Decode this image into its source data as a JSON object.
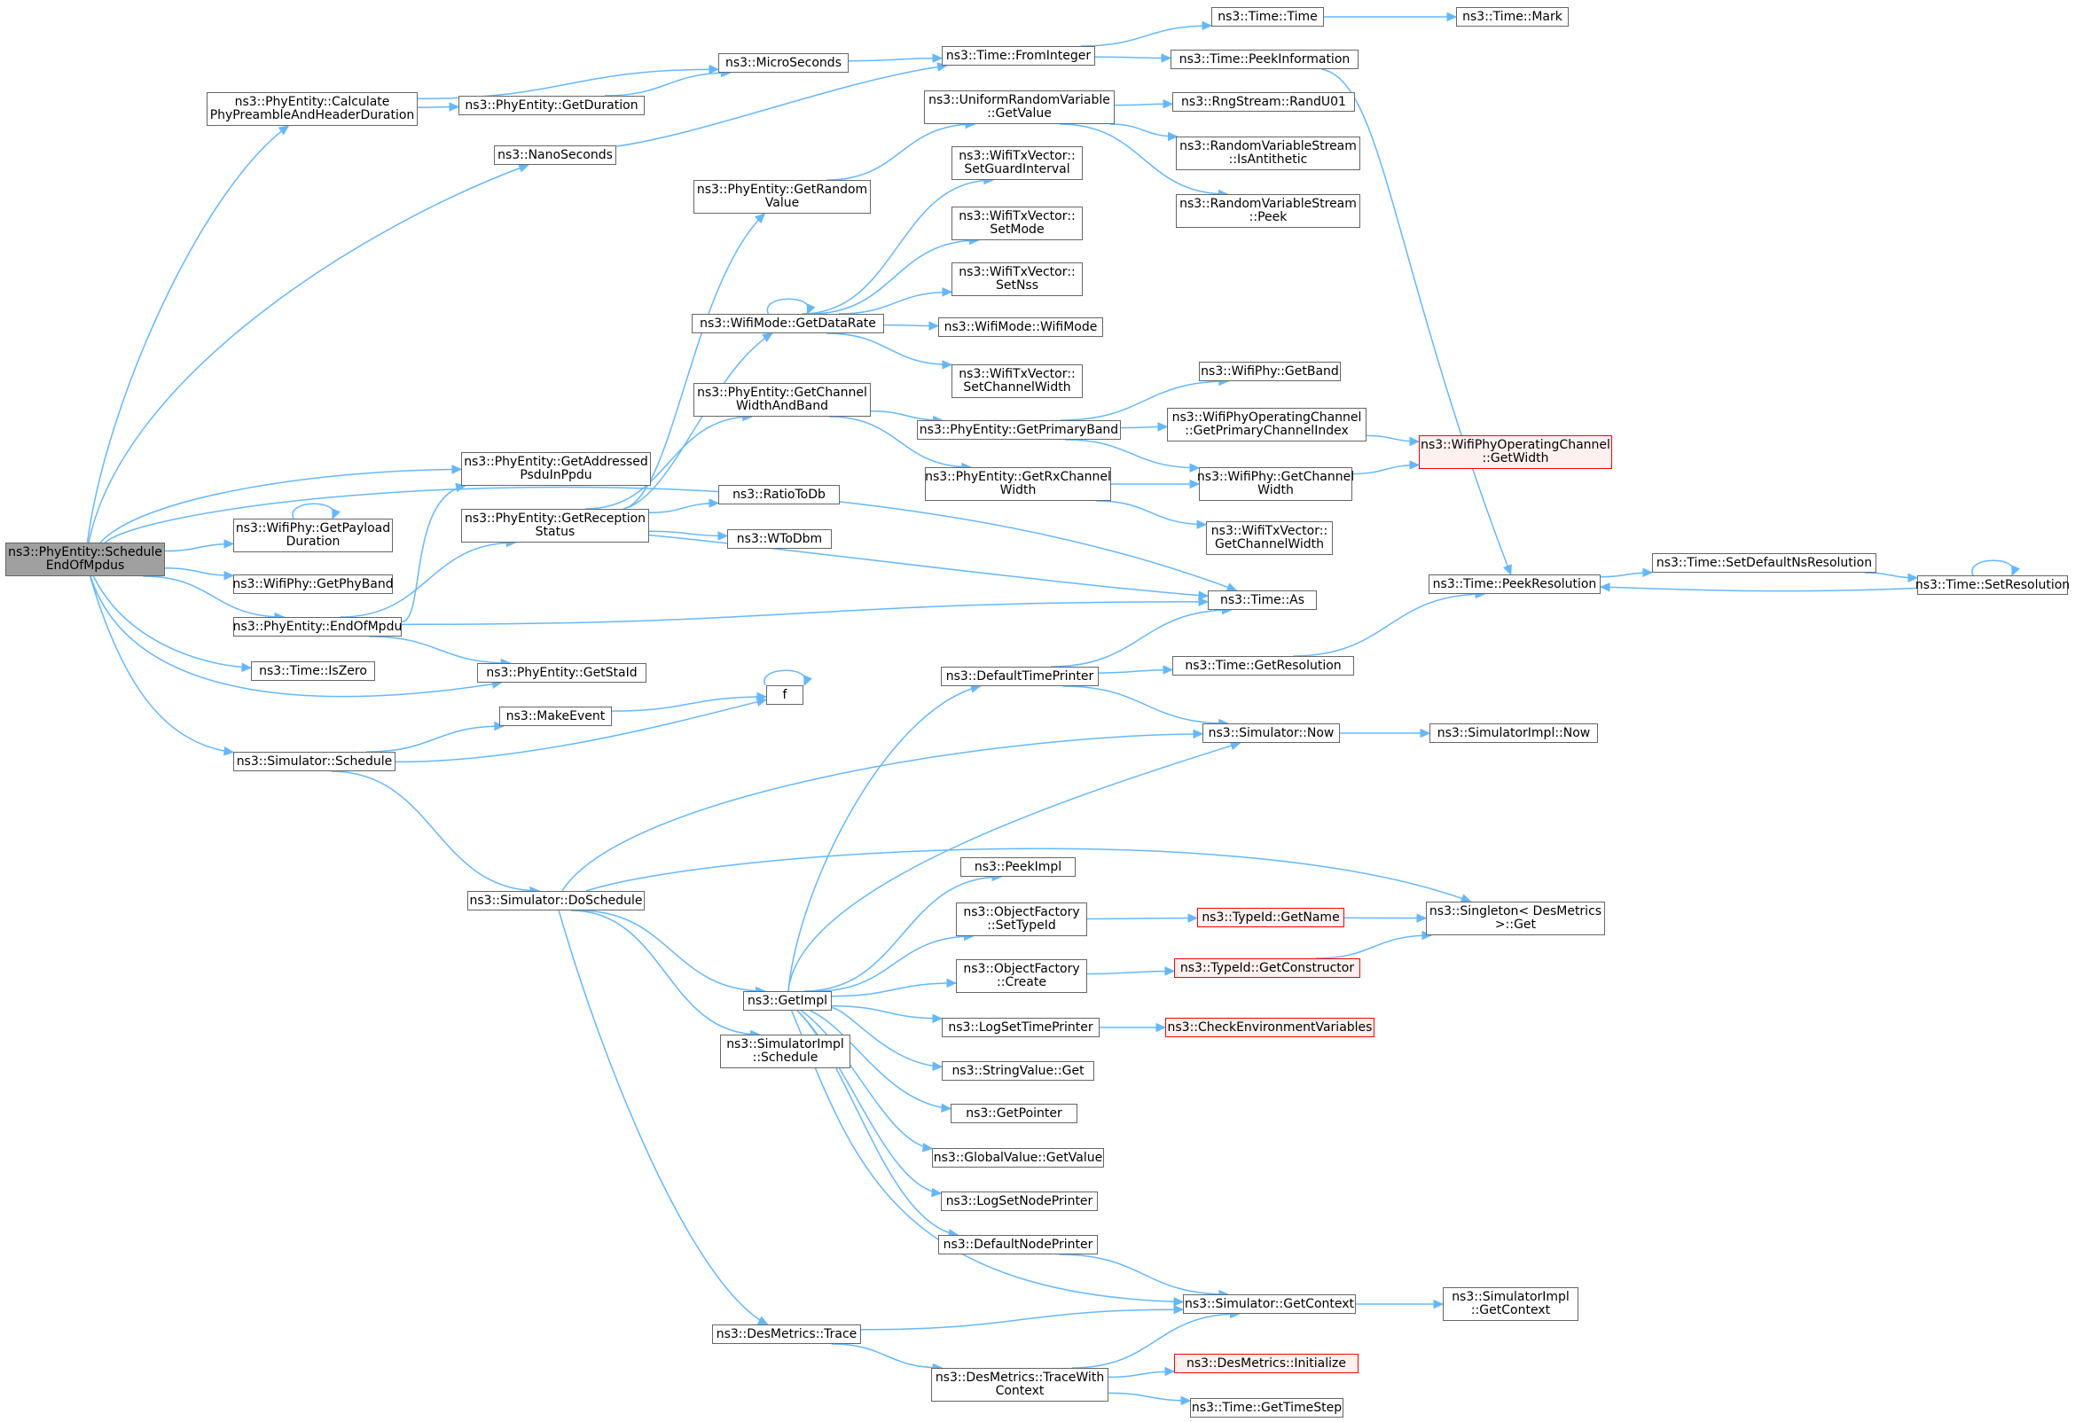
{
  "graph": {
    "nodes": [
      {
        "id": "root",
        "label": "ns3::PhyEntity::Schedule\nEndOfMpdus",
        "style": "root"
      },
      {
        "id": "calcPre",
        "label": "ns3::PhyEntity::Calculate\nPhyPreambleAndHeaderDuration"
      },
      {
        "id": "getDuration",
        "label": "ns3::PhyEntity::GetDuration"
      },
      {
        "id": "micro",
        "label": "ns3::MicroSeconds"
      },
      {
        "id": "fromInt",
        "label": "ns3::Time::FromInteger"
      },
      {
        "id": "timeTime",
        "label": "ns3::Time::Time"
      },
      {
        "id": "timeMark",
        "label": "ns3::Time::Mark"
      },
      {
        "id": "peekInfo",
        "label": "ns3::Time::PeekInformation"
      },
      {
        "id": "nano",
        "label": "ns3::NanoSeconds"
      },
      {
        "id": "urvGet",
        "label": "ns3::UniformRandomVariable\n::GetValue"
      },
      {
        "id": "rand01",
        "label": "ns3::RngStream::RandU01"
      },
      {
        "id": "isAnti",
        "label": "ns3::RandomVariableStream\n::IsAntithetic"
      },
      {
        "id": "rvsPeek",
        "label": "ns3::RandomVariableStream\n::Peek"
      },
      {
        "id": "getRandom",
        "label": "ns3::PhyEntity::GetRandom\nValue"
      },
      {
        "id": "setGuard",
        "label": "ns3::WifiTxVector::\nSetGuardInterval"
      },
      {
        "id": "setMode",
        "label": "ns3::WifiTxVector::\nSetMode"
      },
      {
        "id": "setNss",
        "label": "ns3::WifiTxVector::\nSetNss"
      },
      {
        "id": "getDataRate",
        "label": "ns3::WifiMode::GetDataRate"
      },
      {
        "id": "wifiMode",
        "label": "ns3::WifiMode::WifiMode"
      },
      {
        "id": "setChW",
        "label": "ns3::WifiTxVector::\nSetChannelWidth"
      },
      {
        "id": "getChWB",
        "label": "ns3::PhyEntity::GetChannel\nWidthAndBand"
      },
      {
        "id": "getBand",
        "label": "ns3::WifiPhy::GetBand"
      },
      {
        "id": "getPrimBand",
        "label": "ns3::PhyEntity::GetPrimaryBand"
      },
      {
        "id": "primIdx",
        "label": "ns3::WifiPhyOperatingChannel\n::GetPrimaryChannelIndex"
      },
      {
        "id": "opGetWidth",
        "label": "ns3::WifiPhyOperatingChannel\n::GetWidth",
        "style": "trunc"
      },
      {
        "id": "getAddr",
        "label": "ns3::PhyEntity::GetAddressed\nPsduInPpdu"
      },
      {
        "id": "getRxChW",
        "label": "ns3::PhyEntity::GetRxChannel\nWidth"
      },
      {
        "id": "phyGetChW",
        "label": "ns3::WifiPhy::GetChannel\nWidth"
      },
      {
        "id": "txGetChW",
        "label": "ns3::WifiTxVector::\nGetChannelWidth"
      },
      {
        "id": "payload",
        "label": "ns3::WifiPhy::GetPayload\nDuration"
      },
      {
        "id": "recStatus",
        "label": "ns3::PhyEntity::GetReception\nStatus"
      },
      {
        "id": "ratioDb",
        "label": "ns3::RatioToDb"
      },
      {
        "id": "wToDbm",
        "label": "ns3::WToDbm"
      },
      {
        "id": "phyBand",
        "label": "ns3::WifiPhy::GetPhyBand"
      },
      {
        "id": "endMpdu",
        "label": "ns3::PhyEntity::EndOfMpdu"
      },
      {
        "id": "timeAs",
        "label": "ns3::Time::As"
      },
      {
        "id": "peekRes",
        "label": "ns3::Time::PeekResolution"
      },
      {
        "id": "setDefNs",
        "label": "ns3::Time::SetDefaultNsResolution"
      },
      {
        "id": "setRes",
        "label": "ns3::Time::SetResolution"
      },
      {
        "id": "isZero",
        "label": "ns3::Time::IsZero"
      },
      {
        "id": "getStaId",
        "label": "ns3::PhyEntity::GetStaId"
      },
      {
        "id": "defTimePr",
        "label": "ns3::DefaultTimePrinter"
      },
      {
        "id": "getRes",
        "label": "ns3::Time::GetResolution"
      },
      {
        "id": "makeEvent",
        "label": "ns3::MakeEvent"
      },
      {
        "id": "f",
        "label": "f"
      },
      {
        "id": "simSched",
        "label": "ns3::Simulator::Schedule"
      },
      {
        "id": "simNow",
        "label": "ns3::Simulator::Now"
      },
      {
        "id": "implNow",
        "label": "ns3::SimulatorImpl::Now"
      },
      {
        "id": "peekImpl",
        "label": "ns3::PeekImpl"
      },
      {
        "id": "doSched",
        "label": "ns3::Simulator::DoSchedule"
      },
      {
        "id": "ofSetType",
        "label": "ns3::ObjectFactory\n::SetTypeId"
      },
      {
        "id": "getName",
        "label": "ns3::TypeId::GetName",
        "style": "trunc"
      },
      {
        "id": "singleton",
        "label": "ns3::Singleton< DesMetrics\n>::Get"
      },
      {
        "id": "getImpl",
        "label": "ns3::GetImpl"
      },
      {
        "id": "ofCreate",
        "label": "ns3::ObjectFactory\n::Create"
      },
      {
        "id": "getCtor",
        "label": "ns3::TypeId::GetConstructor",
        "style": "trunc"
      },
      {
        "id": "logSetTime",
        "label": "ns3::LogSetTimePrinter"
      },
      {
        "id": "checkEnv",
        "label": "ns3::CheckEnvironmentVariables",
        "style": "trunc"
      },
      {
        "id": "implSched",
        "label": "ns3::SimulatorImpl\n::Schedule"
      },
      {
        "id": "strGet",
        "label": "ns3::StringValue::Get"
      },
      {
        "id": "getPtr",
        "label": "ns3::GetPointer"
      },
      {
        "id": "gvGet",
        "label": "ns3::GlobalValue::GetValue"
      },
      {
        "id": "logSetNode",
        "label": "ns3::LogSetNodePrinter"
      },
      {
        "id": "defNodePr",
        "label": "ns3::DefaultNodePrinter"
      },
      {
        "id": "simGetCtx",
        "label": "ns3::Simulator::GetContext"
      },
      {
        "id": "implGetCtx",
        "label": "ns3::SimulatorImpl\n::GetContext"
      },
      {
        "id": "dmTrace",
        "label": "ns3::DesMetrics::Trace"
      },
      {
        "id": "dmInit",
        "label": "ns3::DesMetrics::Initialize",
        "style": "trunc"
      },
      {
        "id": "dmTraceCtx",
        "label": "ns3::DesMetrics::TraceWith\nContext"
      },
      {
        "id": "getTimeStep",
        "label": "ns3::Time::GetTimeStep"
      }
    ],
    "edges": [
      [
        "root",
        "calcPre"
      ],
      [
        "root",
        "nano"
      ],
      [
        "root",
        "getAddr"
      ],
      [
        "root",
        "payload"
      ],
      [
        "root",
        "phyBand"
      ],
      [
        "root",
        "endMpdu"
      ],
      [
        "root",
        "isZero"
      ],
      [
        "root",
        "getStaId"
      ],
      [
        "root",
        "simSched"
      ],
      [
        "root",
        "timeAs"
      ],
      [
        "calcPre",
        "getDuration"
      ],
      [
        "calcPre",
        "micro"
      ],
      [
        "getDuration",
        "micro"
      ],
      [
        "micro",
        "fromInt"
      ],
      [
        "nano",
        "fromInt"
      ],
      [
        "fromInt",
        "timeTime"
      ],
      [
        "fromInt",
        "peekInfo"
      ],
      [
        "timeTime",
        "timeMark"
      ],
      [
        "peekInfo",
        "peekRes"
      ],
      [
        "urvGet",
        "rand01"
      ],
      [
        "urvGet",
        "isAnti"
      ],
      [
        "urvGet",
        "rvsPeek"
      ],
      [
        "getRandom",
        "urvGet"
      ],
      [
        "getDataRate",
        "setGuard"
      ],
      [
        "getDataRate",
        "setMode"
      ],
      [
        "getDataRate",
        "setNss"
      ],
      [
        "getDataRate",
        "wifiMode"
      ],
      [
        "getDataRate",
        "setChW"
      ],
      [
        "getDataRate",
        "getDataRate"
      ],
      [
        "getChWB",
        "getPrimBand"
      ],
      [
        "getChWB",
        "getRxChW"
      ],
      [
        "getPrimBand",
        "getBand"
      ],
      [
        "getPrimBand",
        "primIdx"
      ],
      [
        "getPrimBand",
        "phyGetChW"
      ],
      [
        "primIdx",
        "opGetWidth"
      ],
      [
        "phyGetChW",
        "opGetWidth"
      ],
      [
        "getRxChW",
        "phyGetChW"
      ],
      [
        "getRxChW",
        "txGetChW"
      ],
      [
        "payload",
        "payload"
      ],
      [
        "recStatus",
        "getRandom"
      ],
      [
        "recStatus",
        "getDataRate"
      ],
      [
        "recStatus",
        "getChWB"
      ],
      [
        "recStatus",
        "ratioDb"
      ],
      [
        "recStatus",
        "wToDbm"
      ],
      [
        "recStatus",
        "timeAs"
      ],
      [
        "endMpdu",
        "getAddr"
      ],
      [
        "endMpdu",
        "recStatus"
      ],
      [
        "endMpdu",
        "timeAs"
      ],
      [
        "endMpdu",
        "getStaId"
      ],
      [
        "peekRes",
        "setDefNs"
      ],
      [
        "setDefNs",
        "setRes"
      ],
      [
        "setRes",
        "peekRes"
      ],
      [
        "setRes",
        "setRes"
      ],
      [
        "defTimePr",
        "timeAs"
      ],
      [
        "defTimePr",
        "getRes"
      ],
      [
        "defTimePr",
        "simNow"
      ],
      [
        "getRes",
        "peekRes"
      ],
      [
        "simSched",
        "makeEvent"
      ],
      [
        "simSched",
        "f"
      ],
      [
        "simSched",
        "doSched"
      ],
      [
        "makeEvent",
        "f"
      ],
      [
        "f",
        "f"
      ],
      [
        "simNow",
        "implNow"
      ],
      [
        "doSched",
        "simNow"
      ],
      [
        "doSched",
        "singleton"
      ],
      [
        "doSched",
        "getImpl"
      ],
      [
        "doSched",
        "implSched"
      ],
      [
        "doSched",
        "dmTrace"
      ],
      [
        "getImpl",
        "defTimePr"
      ],
      [
        "getImpl",
        "simNow"
      ],
      [
        "getImpl",
        "peekImpl"
      ],
      [
        "getImpl",
        "ofSetType"
      ],
      [
        "getImpl",
        "ofCreate"
      ],
      [
        "getImpl",
        "logSetTime"
      ],
      [
        "getImpl",
        "strGet"
      ],
      [
        "getImpl",
        "getPtr"
      ],
      [
        "getImpl",
        "gvGet"
      ],
      [
        "getImpl",
        "logSetNode"
      ],
      [
        "getImpl",
        "defNodePr"
      ],
      [
        "getImpl",
        "simGetCtx"
      ],
      [
        "ofSetType",
        "getName"
      ],
      [
        "getName",
        "singleton"
      ],
      [
        "ofCreate",
        "getCtor"
      ],
      [
        "getCtor",
        "singleton"
      ],
      [
        "logSetTime",
        "checkEnv"
      ],
      [
        "defNodePr",
        "simGetCtx"
      ],
      [
        "simGetCtx",
        "implGetCtx"
      ],
      [
        "dmTrace",
        "simGetCtx"
      ],
      [
        "dmTrace",
        "dmTraceCtx"
      ],
      [
        "dmTraceCtx",
        "simGetCtx"
      ],
      [
        "dmTraceCtx",
        "dmInit"
      ],
      [
        "dmTraceCtx",
        "getTimeStep"
      ]
    ]
  },
  "colors": {
    "edge": "#63b8ff",
    "border": "#666666",
    "root_fill": "#a0a0a0",
    "truncated_border": "#ff0000"
  }
}
